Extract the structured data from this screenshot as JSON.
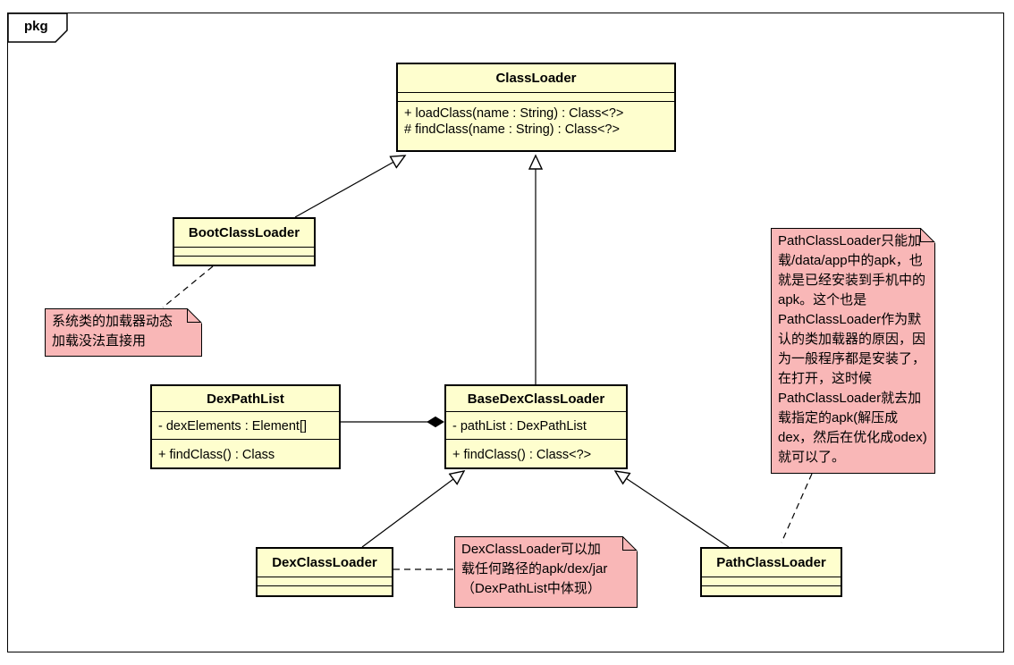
{
  "frame": {
    "tab_label": "pkg"
  },
  "colors": {
    "class_fill": "#FEFECE",
    "note_fill": "#F9B7B7",
    "border": "#000000",
    "background": "#FFFFFF"
  },
  "classes": [
    {
      "name": "ClassLoader",
      "attributes": [],
      "methods": [
        "+ loadClass(name : String) : Class<?>",
        "# findClass(name : String) : Class<?>"
      ]
    },
    {
      "name": "BootClassLoader",
      "attributes": [],
      "methods": []
    },
    {
      "name": "DexPathList",
      "attributes": [
        "- dexElements : Element[]"
      ],
      "methods": [
        "+ findClass() : Class"
      ]
    },
    {
      "name": "BaseDexClassLoader",
      "attributes": [
        "- pathList : DexPathList"
      ],
      "methods": [
        "+ findClass() : Class<?>"
      ]
    },
    {
      "name": "DexClassLoader",
      "attributes": [],
      "methods": []
    },
    {
      "name": "PathClassLoader",
      "attributes": [],
      "methods": []
    }
  ],
  "notes": [
    {
      "attached_to": "BootClassLoader",
      "text": "系统类的加载器动态\n加载没法直接用"
    },
    {
      "attached_to": "PathClassLoader",
      "text": "PathClassLoader只能加\n载/data/app中的apk，也\n就是已经安装到手机中的\napk。这个也是\nPathClassLoader作为默\n认的类加载器的原因，因\n为一般程序都是安装了，\n在打开，这时候\nPathClassLoader就去加\n载指定的apk(解压成\ndex，然后在优化成odex)\n就可以了。"
    },
    {
      "attached_to": "DexClassLoader",
      "text": "DexClassLoader可以加\n载任何路径的apk/dex/jar\n（DexPathList中体现）"
    }
  ],
  "relationships": [
    {
      "from": "BootClassLoader",
      "to": "ClassLoader",
      "type": "generalization"
    },
    {
      "from": "BaseDexClassLoader",
      "to": "ClassLoader",
      "type": "generalization"
    },
    {
      "from": "DexClassLoader",
      "to": "BaseDexClassLoader",
      "type": "generalization"
    },
    {
      "from": "PathClassLoader",
      "to": "BaseDexClassLoader",
      "type": "generalization"
    },
    {
      "from": "DexPathList",
      "to": "BaseDexClassLoader",
      "type": "composition"
    },
    {
      "from": "note-bootclassloader",
      "to": "BootClassLoader",
      "type": "note-link"
    },
    {
      "from": "note-pathclassloader",
      "to": "PathClassLoader",
      "type": "note-link"
    },
    {
      "from": "note-dexclassloader",
      "to": "DexClassLoader",
      "type": "note-link"
    }
  ]
}
